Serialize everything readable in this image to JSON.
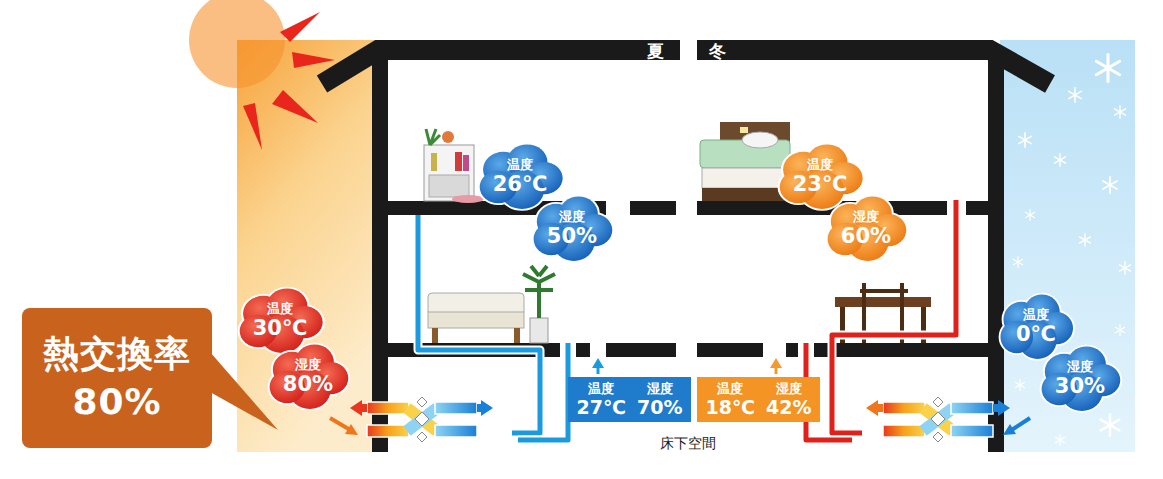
{
  "diagram": {
    "nodes": [
      {
        "text": [
          "熱交換率 80%"
        ]
      },
      {
        "text": [
          "温度",
          "26℃"
        ]
      },
      {
        "text": [
          "湿度",
          "50%"
        ]
      },
      {
        "text": [
          "温度",
          "23℃"
        ]
      },
      {
        "text": [
          "湿度",
          "60%"
        ]
      },
      {
        "text": [
          "温度",
          "30℃"
        ]
      },
      {
        "text": [
          "湿度",
          "80%"
        ]
      },
      {
        "text": [
          "温度",
          "27℃",
          "湿度",
          "70%"
        ]
      },
      {
        "text": [
          "温度",
          "18℃",
          "湿度",
          "42%"
        ]
      },
      {
        "text": [
          "温度",
          "0℃"
        ]
      },
      {
        "text": [
          "湿度",
          "30%"
        ]
      }
    ],
    "labels": [
      "夏",
      "冬",
      "床下空間"
    ]
  }
}
